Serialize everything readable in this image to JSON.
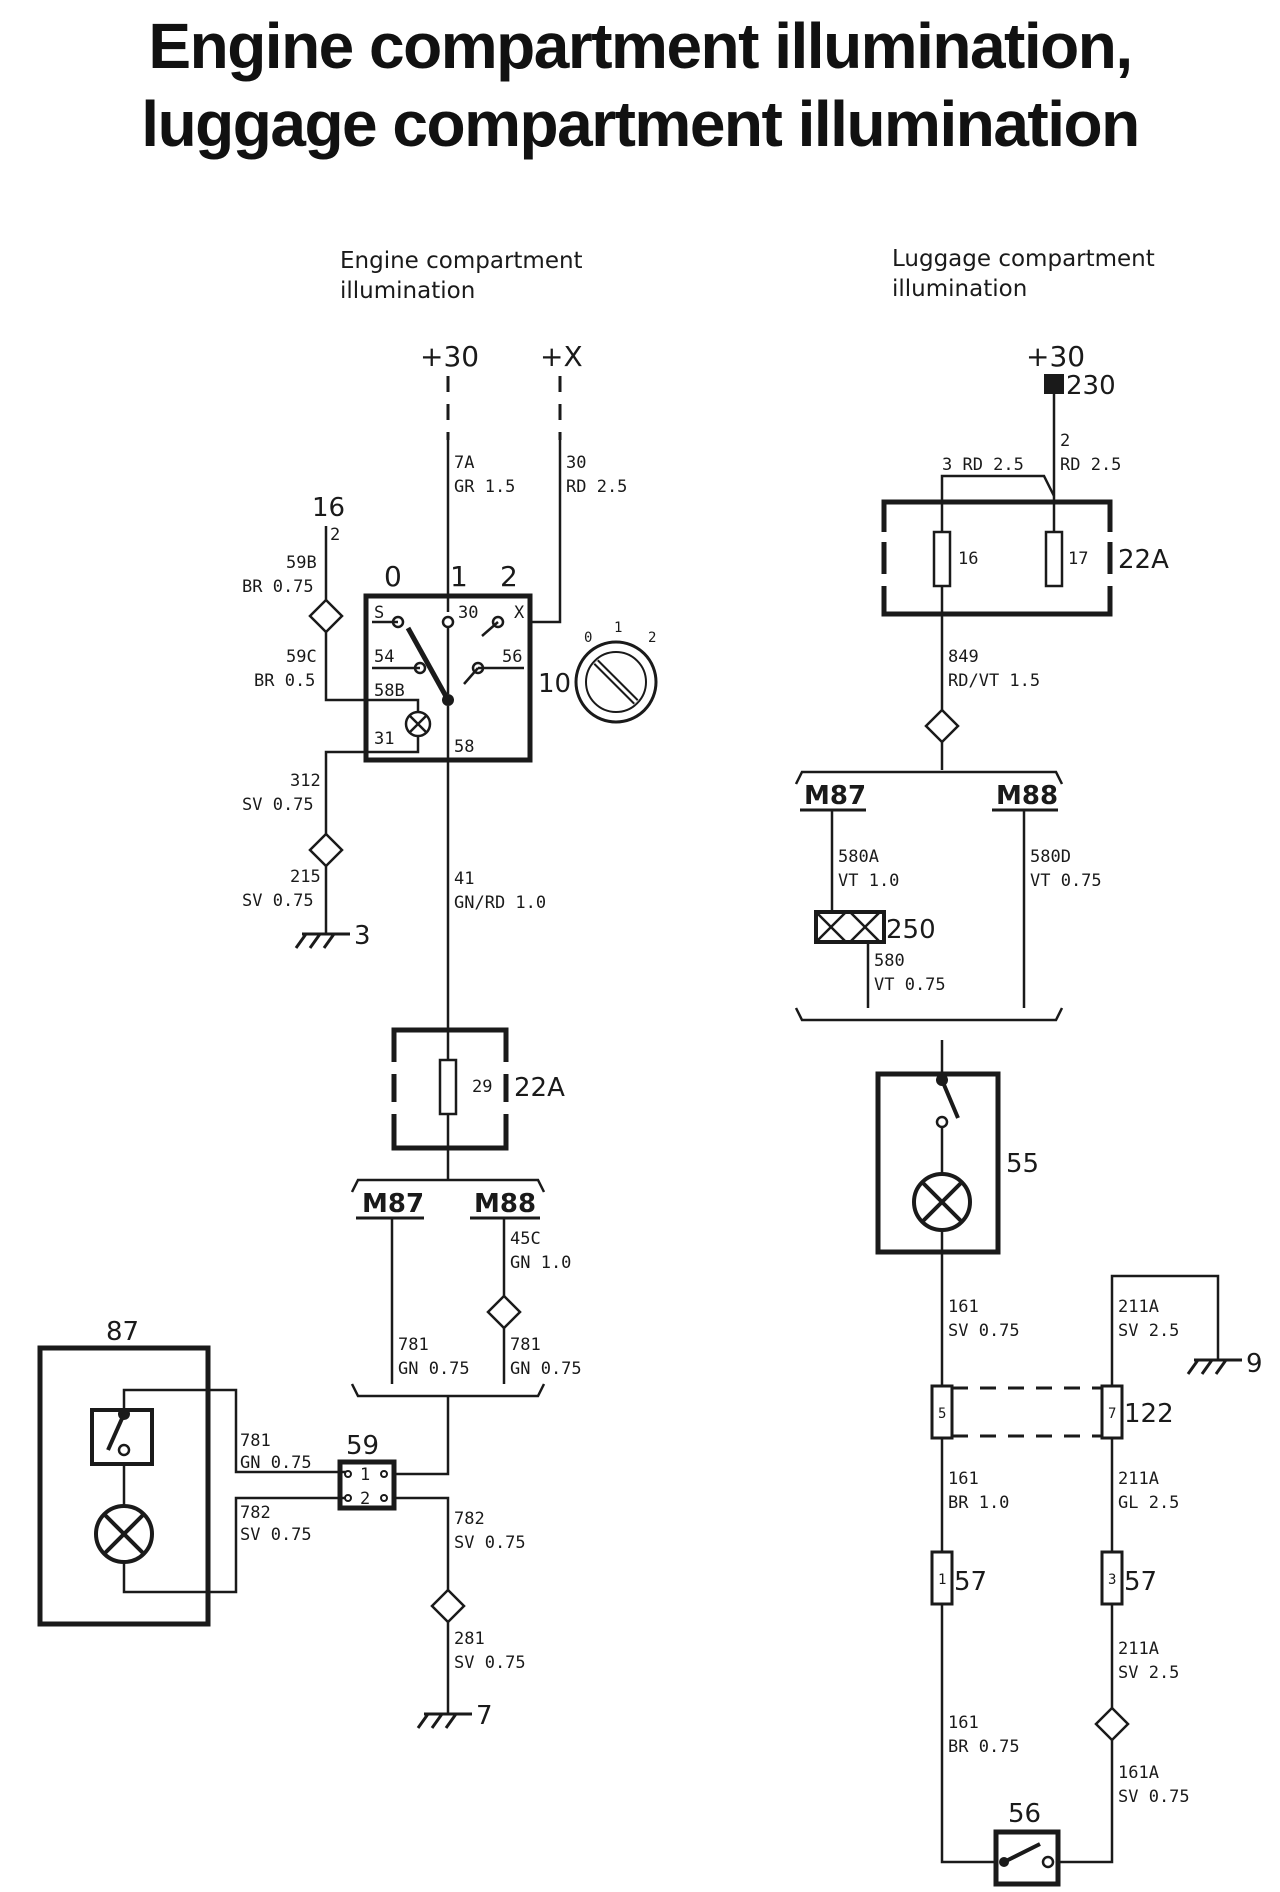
{
  "title": {
    "line1": "Engine compartment illumination,",
    "line2": "luggage compartment illumination"
  },
  "left": {
    "heading1": "Engine compartment",
    "heading2": "illumination",
    "supply_30": "+30",
    "supply_x": "+X",
    "w7A": "7A",
    "w7A_spec": "GR 1.5",
    "w30": "30",
    "w30_spec": "RD 2.5",
    "c16": "16",
    "c16_pin": "2",
    "w59B": "59B",
    "w59B_spec": "BR 0.75",
    "w59C": "59C",
    "w59C_spec": "BR 0.5",
    "sw_pos0": "0",
    "sw_pos1": "1",
    "sw_pos2": "2",
    "pin_S": "S",
    "pin_30": "30",
    "pin_X": "X",
    "pin_54": "54",
    "pin_56": "56",
    "pin_58B": "58B",
    "pin_31": "31",
    "pin_58": "58",
    "c10": "10",
    "key_0": "0",
    "key_1": "1",
    "key_2": "2",
    "w312": "312",
    "w312_spec": "SV 0.75",
    "w215": "215",
    "w215_spec": "SV 0.75",
    "gnd3": "3",
    "w41": "41",
    "w41_spec": "GN/RD 1.0",
    "fuse29": "29",
    "c22A": "22A",
    "m87": "M87",
    "m88": "M88",
    "w45C": "45C",
    "w45C_spec": "GN 1.0",
    "w781a": "781",
    "w781a_spec": "GN 0.75",
    "w781b": "781",
    "w781b_spec": "GN 0.75",
    "c87": "87",
    "w781c": "781",
    "w781c_spec": "GN 0.75",
    "w782a": "782",
    "w782a_spec": "SV 0.75",
    "c59": "59",
    "c59_p1": "1",
    "c59_p2": "2",
    "w782b": "782",
    "w782b_spec": "SV 0.75",
    "w281": "281",
    "w281_spec": "SV 0.75",
    "gnd7": "7"
  },
  "right": {
    "heading1": "Luggage compartment",
    "heading2": "illumination",
    "supply_30": "+30",
    "c230": "230",
    "w3": "3 RD 2.5",
    "w2": "2",
    "w2_spec": "RD 2.5",
    "fuse16": "16",
    "fuse17": "17",
    "c22A": "22A",
    "w849": "849",
    "w849_spec": "RD/VT 1.5",
    "m87": "M87",
    "m88": "M88",
    "w580A": "580A",
    "w580A_spec": "VT 1.0",
    "c250": "250",
    "w580": "580",
    "w580_spec": "VT 0.75",
    "w580D": "580D",
    "w580D_spec": "VT 0.75",
    "c55": "55",
    "w161a": "161",
    "w161a_spec": "SV 0.75",
    "w211Aa": "211A",
    "w211Aa_spec": "SV 2.5",
    "gnd9": "9",
    "c122": "122",
    "c122_p5": "5",
    "c122_p7": "7",
    "w161b": "161",
    "w161b_spec": "BR 1.0",
    "w211Ab": "211A",
    "w211Ab_spec": "GL 2.5",
    "c57a": "57",
    "c57a_pin": "1",
    "c57b": "57",
    "c57b_pin": "3",
    "w211Ac": "211A",
    "w211Ac_spec": "SV 2.5",
    "w161c": "161",
    "w161c_spec": "BR 0.75",
    "w161A": "161A",
    "w161A_spec": "SV 0.75",
    "c56": "56"
  }
}
